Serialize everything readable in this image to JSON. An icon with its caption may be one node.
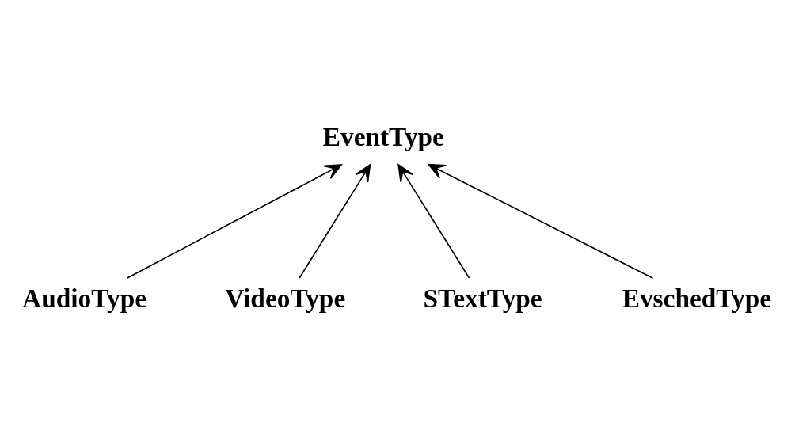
{
  "diagram": {
    "nodes": [
      {
        "text": [
          "EventType"
        ]
      },
      {
        "text": [
          "AudioType"
        ]
      },
      {
        "text": [
          "VideoType"
        ]
      },
      {
        "text": [
          "STextType"
        ]
      },
      {
        "text": [
          "EvschedType"
        ]
      }
    ],
    "edges": [
      {
        "from": 1,
        "to": 0,
        "arrow": "to"
      },
      {
        "from": 2,
        "to": 0,
        "arrow": "to"
      },
      {
        "from": 3,
        "to": 0,
        "arrow": "to"
      },
      {
        "from": 4,
        "to": 0,
        "arrow": "to"
      }
    ]
  }
}
